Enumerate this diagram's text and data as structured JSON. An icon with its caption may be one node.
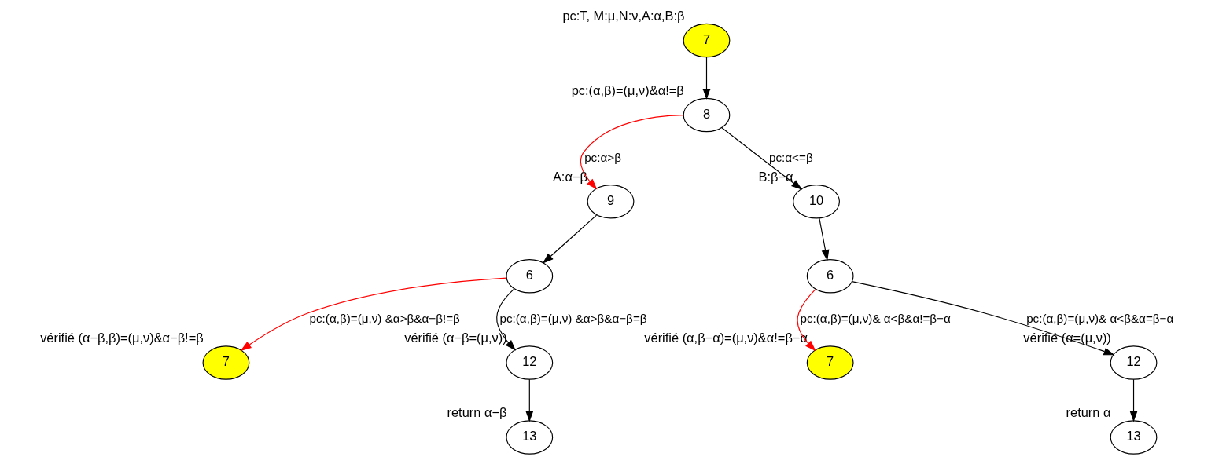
{
  "diagram": {
    "nodes": [
      {
        "text": [
          "7"
        ],
        "beside": [
          "pc:T, M:μ,N:ν,A:α,B:β"
        ]
      },
      {
        "text": [
          "8"
        ],
        "beside": [
          "pc:(α,β)=(μ,ν)&α!=β"
        ]
      },
      {
        "text": [
          "9"
        ],
        "beside": [
          "A:α−β"
        ]
      },
      {
        "text": [
          "10"
        ],
        "beside": [
          "B:β−α"
        ]
      },
      {
        "text": [
          "6"
        ]
      },
      {
        "text": [
          "6"
        ]
      },
      {
        "text": [
          "7"
        ],
        "beside": [
          "vérifié (α−β,β)=(μ,ν)&α−β!=β"
        ]
      },
      {
        "text": [
          "12"
        ],
        "beside": [
          "vérifié (α−β=(μ,ν))"
        ]
      },
      {
        "text": [
          "13"
        ],
        "beside": [
          "return α−β"
        ]
      },
      {
        "text": [
          "7"
        ],
        "beside": [
          "vérifié (α,β−α)=(μ,ν)&α!=β−α"
        ]
      },
      {
        "text": [
          "12"
        ],
        "beside": [
          "vérifié (α=(μ,ν))"
        ]
      },
      {
        "text": [
          "13"
        ],
        "beside": [
          "return α"
        ]
      }
    ],
    "edges": [
      {
        "from": 0,
        "to": 1,
        "arrow": "to"
      },
      {
        "from": 1,
        "to": 2,
        "arrow": "to",
        "label": "pc:α>β",
        "color": "#ff0000"
      },
      {
        "from": 1,
        "to": 3,
        "arrow": "to",
        "label": "pc:α<=β"
      },
      {
        "from": 2,
        "to": 4,
        "arrow": "to"
      },
      {
        "from": 3,
        "to": 5,
        "arrow": "to"
      },
      {
        "from": 4,
        "to": 6,
        "arrow": "to",
        "label": "pc:(α,β)=(μ,ν) &α>β&α−β!=β",
        "color": "#ff0000"
      },
      {
        "from": 4,
        "to": 7,
        "arrow": "to",
        "label": "pc:(α,β)=(μ,ν) &α>β&α−β=β"
      },
      {
        "from": 7,
        "to": 8,
        "arrow": "to"
      },
      {
        "from": 5,
        "to": 9,
        "arrow": "to",
        "label": "pc:(α,β)=(μ,ν)& α<β&α!=β−α",
        "color": "#ff0000"
      },
      {
        "from": 5,
        "to": 10,
        "arrow": "to",
        "label": "pc:(α,β)=(μ,ν)& α<β&α=β−α"
      },
      {
        "from": 10,
        "to": 11,
        "arrow": "to"
      }
    ]
  }
}
